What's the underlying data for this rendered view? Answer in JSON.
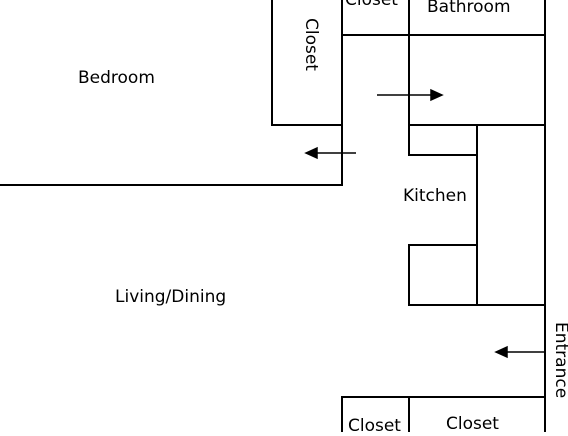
{
  "floor_plan": {
    "rooms": {
      "bedroom": "Bedroom",
      "closet_top_partial": "Closet",
      "bathroom": "Bathroom",
      "closet_vertical": "Closet",
      "kitchen": "Kitchen",
      "living_dining": "Living/Dining",
      "entrance": "Entrance",
      "closet_bottom_left": "Closet",
      "closet_bottom_right": "Closet"
    },
    "colors": {
      "wall": "#000000",
      "background": "#ffffff"
    }
  }
}
